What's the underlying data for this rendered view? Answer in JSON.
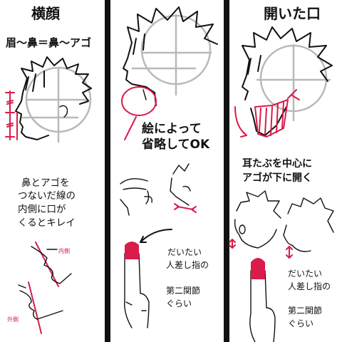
{
  "panel1": {
    "title": "横顔",
    "subtitle": "眉～鼻＝鼻～アゴ",
    "note": [
      "鼻とアゴを",
      "つないだ線の",
      "内側に口が",
      "くるとキレイ"
    ],
    "label_inside": "内側",
    "label_outside": "外側"
  },
  "panel2": {
    "caption": [
      "絵によって",
      "省略してOK"
    ],
    "finger_note": [
      "だいたい",
      "人差し指の"
    ],
    "joint_note": [
      "第二関節",
      "ぐらい"
    ]
  },
  "panel3": {
    "title": "開いた口",
    "note": [
      "耳たぶを中心に",
      "アゴが下に開く"
    ],
    "finger_note": [
      "だいたい",
      "人差し指の"
    ],
    "joint_note": [
      "第二関節",
      "ぐらい"
    ]
  },
  "colors": {
    "accent": "#d91c4a",
    "guide": "#b9b9b9",
    "ink": "#111111"
  }
}
